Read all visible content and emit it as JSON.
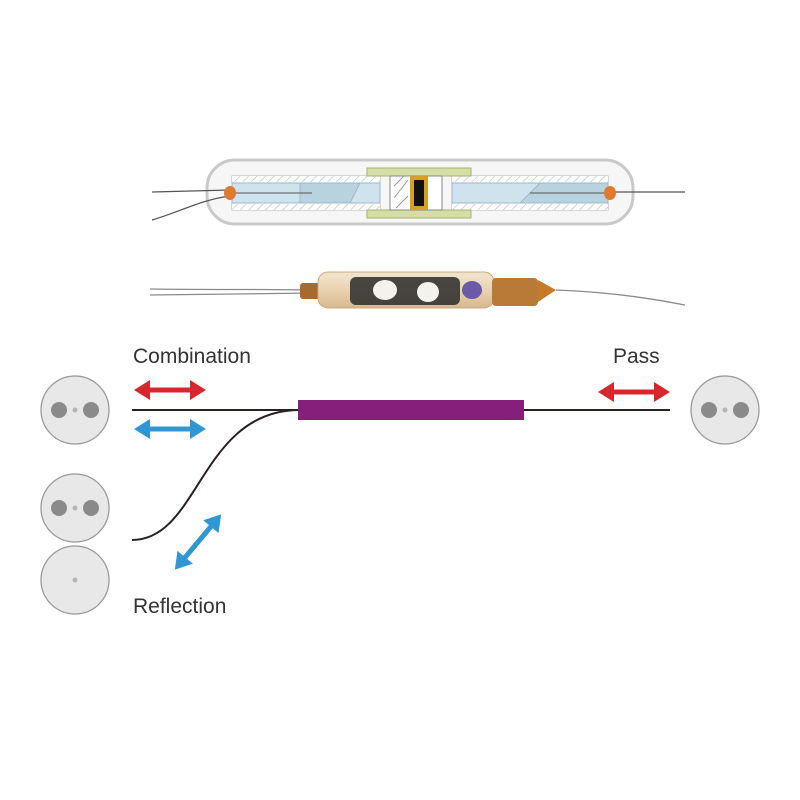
{
  "labels": {
    "combination": "Combination",
    "pass": "Pass",
    "reflection": "Reflection"
  },
  "colors": {
    "red_arrow": "#d7262e",
    "blue_arrow": "#2f97d3",
    "filter_body": "#861f7b",
    "fiber": "#2a2020",
    "port_fill": "#e8e8e8",
    "port_stroke": "#9a9a9a",
    "core_dot": "#8a8a8a",
    "ferrule_glass": "#cfe3ee",
    "guide_sleeve": "#d6dea8",
    "filter_chip": "#d6a020",
    "tip_orange": "#e07a2e"
  },
  "icons": {
    "port": "dual-core-fiber-end-circle",
    "single_port": "single-core-fiber-end-circle",
    "bidirectional_arrow": "double-headed-arrow"
  }
}
